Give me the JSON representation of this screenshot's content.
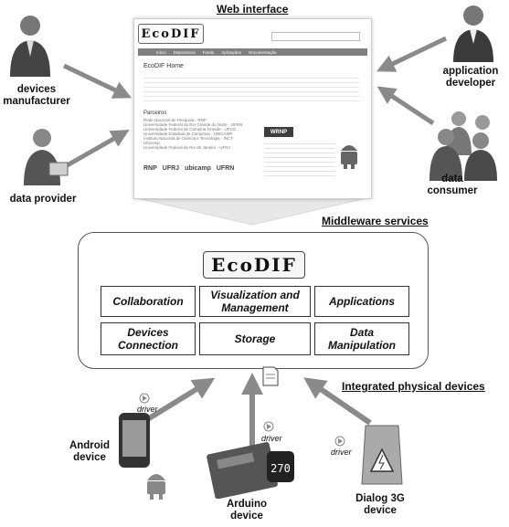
{
  "titles": {
    "web_interface": "Web interface",
    "middleware": "Middleware services",
    "physical": "Integrated physical devices"
  },
  "actors": {
    "devices_manufacturer": "devices manufacturer",
    "data_provider": "data provider",
    "application_developer": "application developer",
    "data_consumer": "data consumer"
  },
  "web_page": {
    "logo": "EcoDIF",
    "nav": [
      "Início",
      "Dispositivos",
      "Feeds",
      "Aplicações",
      "Documentação"
    ],
    "home_heading": "EcoDIF Home",
    "partners_heading": "Parceiros",
    "partners": [
      "Rede Nacional de Pesquisa - RNP",
      "Universidade Federal do Rio Grande do Norte - UFRN",
      "Universidade Federal de Campina Grande - UFCG",
      "Universidade Estadual de Campinas - UNICAMP",
      "Instituto Nacional de Ciência e Tecnologia - INCT",
      "Ubicomp",
      "Universidade Federal do Rio de Janeiro - UFRJ"
    ],
    "partner_logos": [
      "RNP",
      "UFRJ",
      "ubicamp",
      "UFRN"
    ],
    "news_badge": "WRNP"
  },
  "middleware": {
    "logo": "EcoDIF",
    "modules": {
      "collaboration": "Collaboration",
      "visualization": "Visualization and Management",
      "applications": "Applications",
      "devices_connection": "Devices Connection",
      "storage": "Storage",
      "data_manipulation": "Data Manipulation"
    }
  },
  "devices": {
    "android": "Android device",
    "arduino": "Arduino device",
    "dialog": "Dialog 3G device",
    "driver_label": "driver"
  }
}
